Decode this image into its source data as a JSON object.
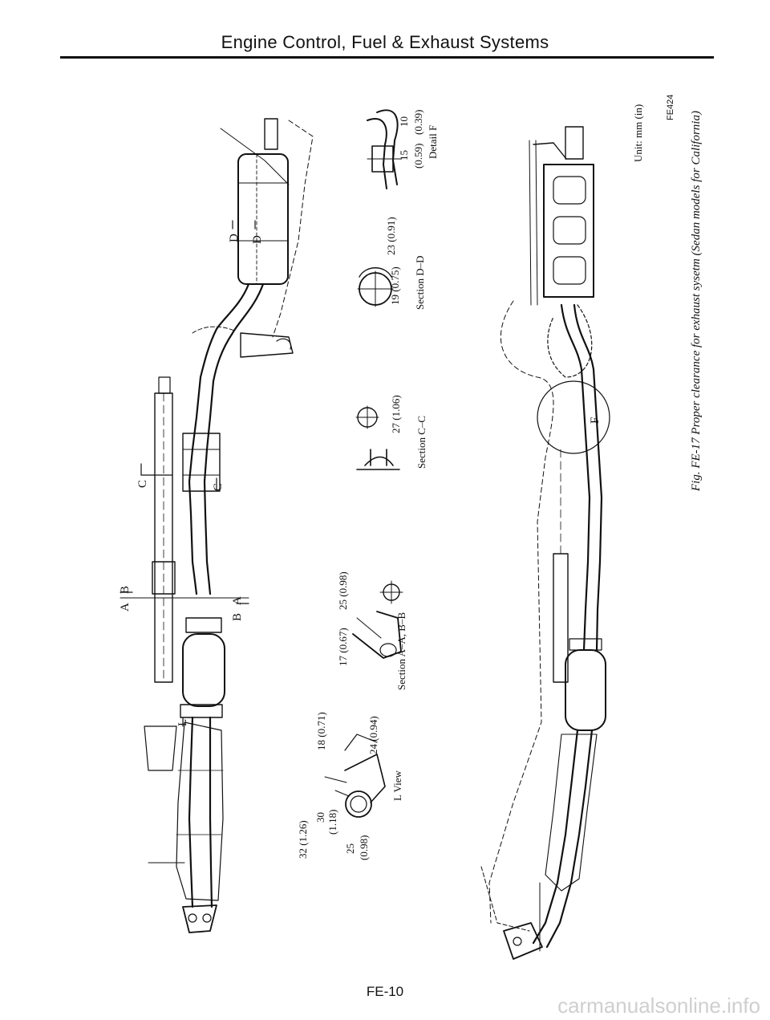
{
  "header": {
    "title": "Engine Control, Fuel & Exhaust Systems"
  },
  "footer": {
    "page_number": "FE-10",
    "watermark": "carmanualsonline.info"
  },
  "figure": {
    "caption": "Fig. FE-17 Proper clearance for exhaust sysetm (Sedan models for California)",
    "code": "FE424",
    "unit": "Unit:  mm (in)"
  },
  "markers": {
    "A": "A",
    "B": "B",
    "C": "C",
    "D": "D",
    "L": "L",
    "F": "F"
  },
  "sections": {
    "l_view": {
      "title": "L View",
      "d1": "32 (1.26)",
      "d2": "30",
      "d2b": "(1.18)",
      "d3": "25",
      "d3b": "(0.98)",
      "d4": "18 (0.71)",
      "d5": "24 (0.94)"
    },
    "ab": {
      "title": "Section A–A, B–B",
      "d1": "17 (0.67)",
      "d2": "25 (0.98)"
    },
    "cc": {
      "title": "Section C–C",
      "d1": "27 (1.06)"
    },
    "dd": {
      "title": "Section D–D",
      "d1": "23 (0.91)",
      "d2": "19 (0.75)"
    },
    "f": {
      "title": "Detail F",
      "d1": "15",
      "d1b": "(0.59)",
      "d2": "10",
      "d2b": "(0.39)"
    }
  }
}
